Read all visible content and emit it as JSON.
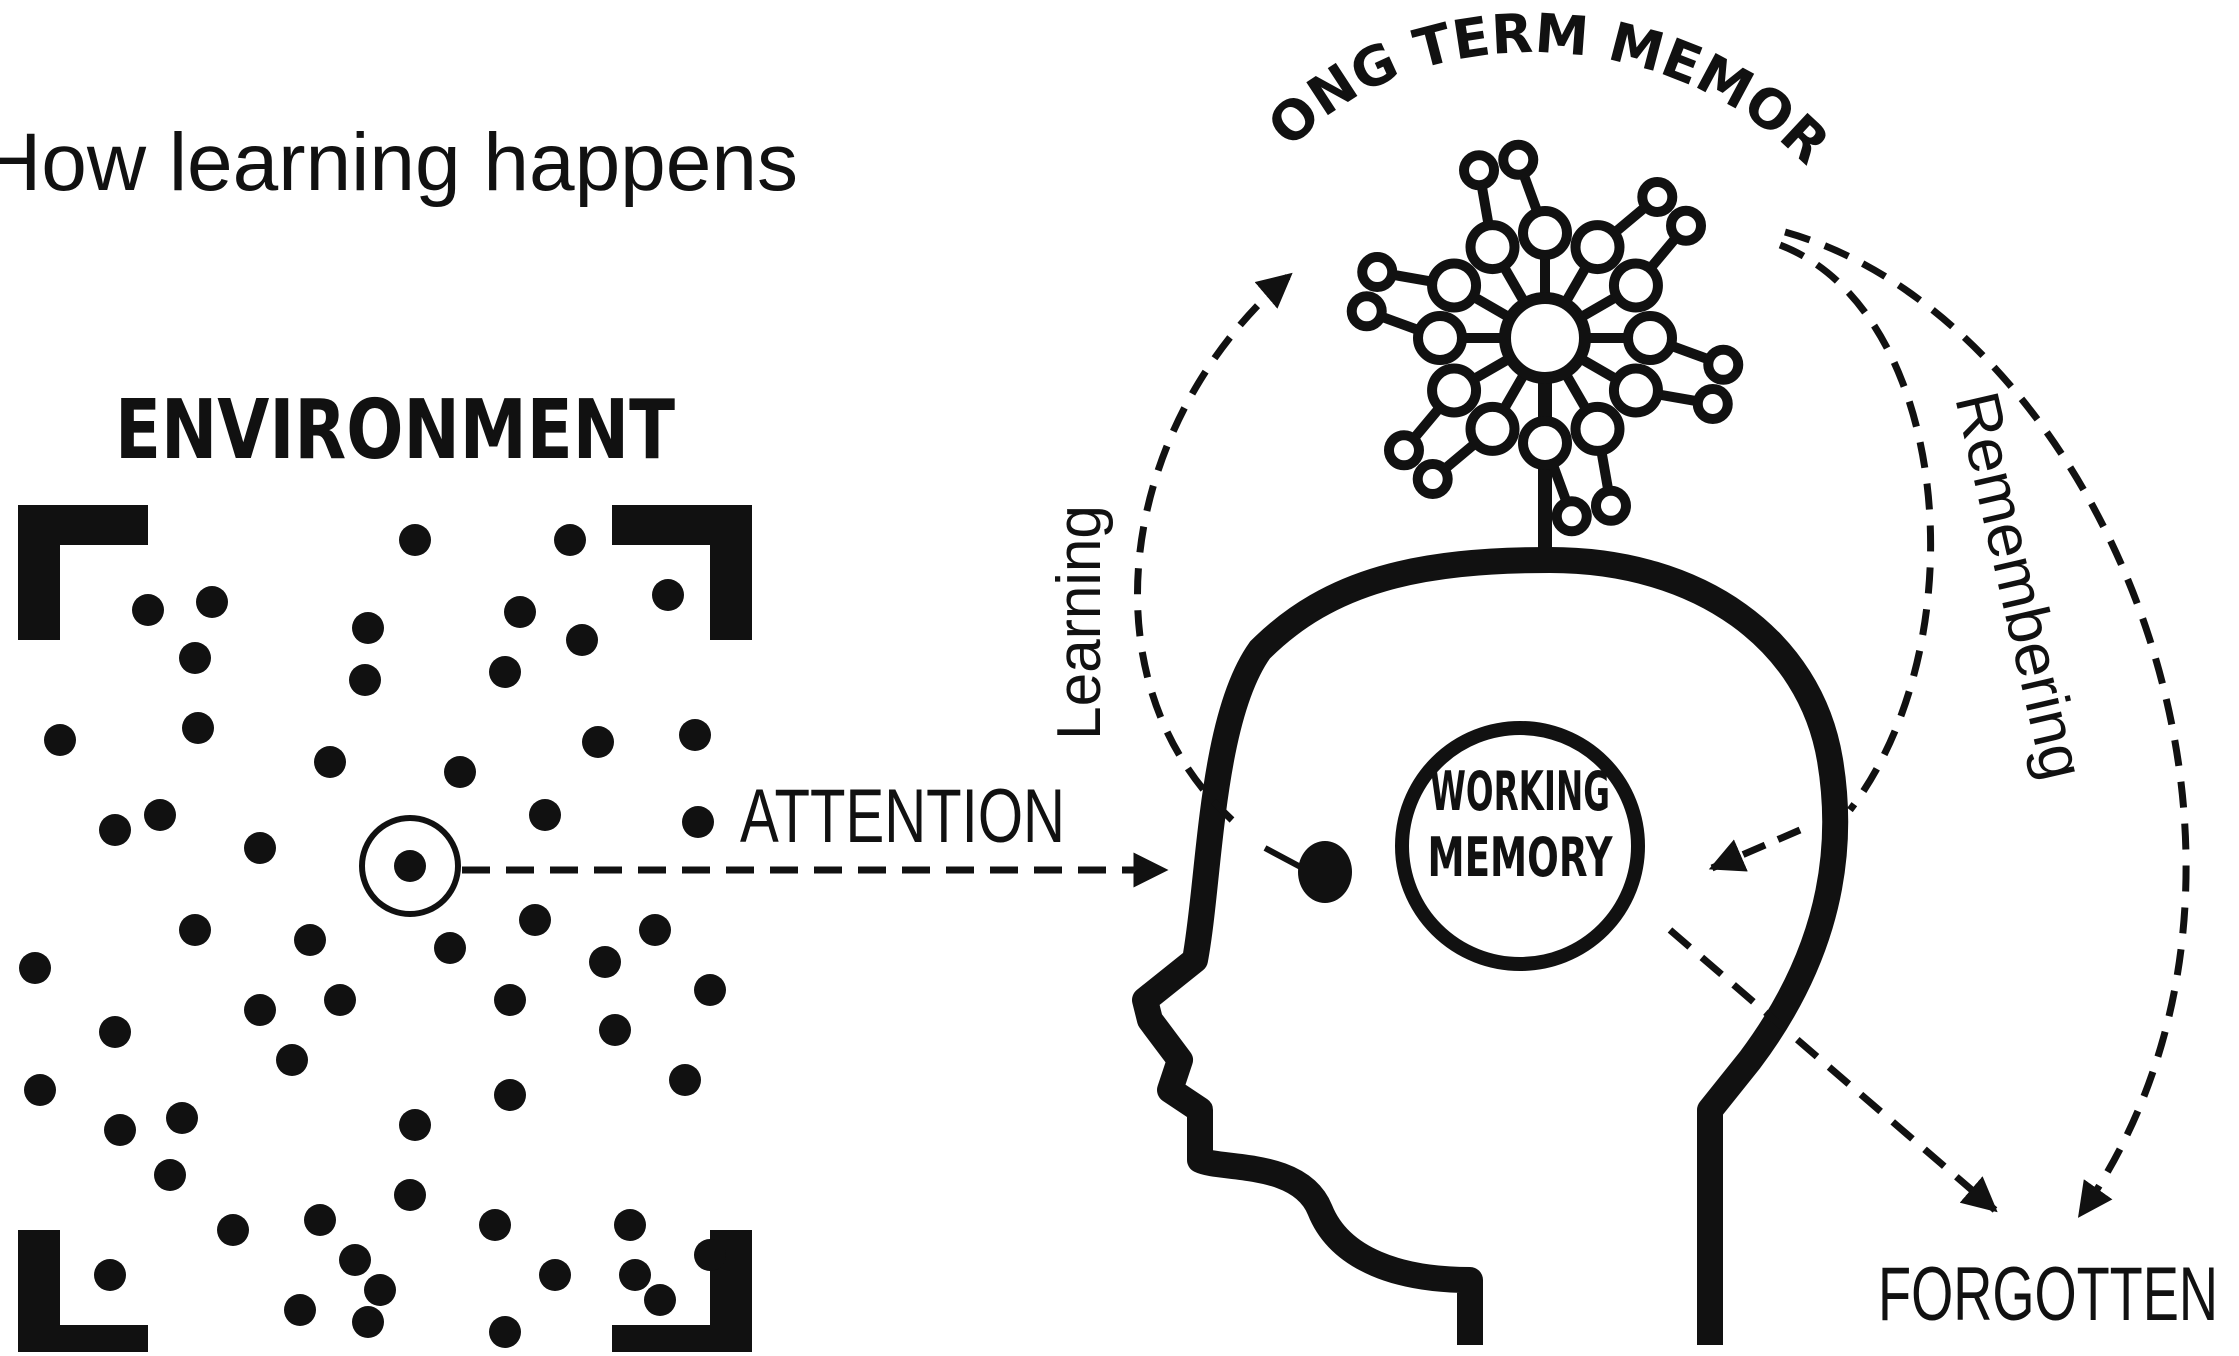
{
  "title": "How learning happens",
  "labels": {
    "environment": "ENVIRONMENT",
    "attention": "ATTENTION",
    "working_memory_line1": "WORKING",
    "working_memory_line2": "MEMORY",
    "long_term_memory": "LONG TERM MEMORY",
    "learning": "Learning",
    "remembering": "Remembering",
    "forgotten": "FORGOTTEN"
  },
  "colors": {
    "ink": "#111111",
    "background": "#ffffff"
  },
  "icons": {
    "head": "head-profile-icon",
    "network": "neural-network-icon",
    "focus": "focus-target-icon"
  }
}
